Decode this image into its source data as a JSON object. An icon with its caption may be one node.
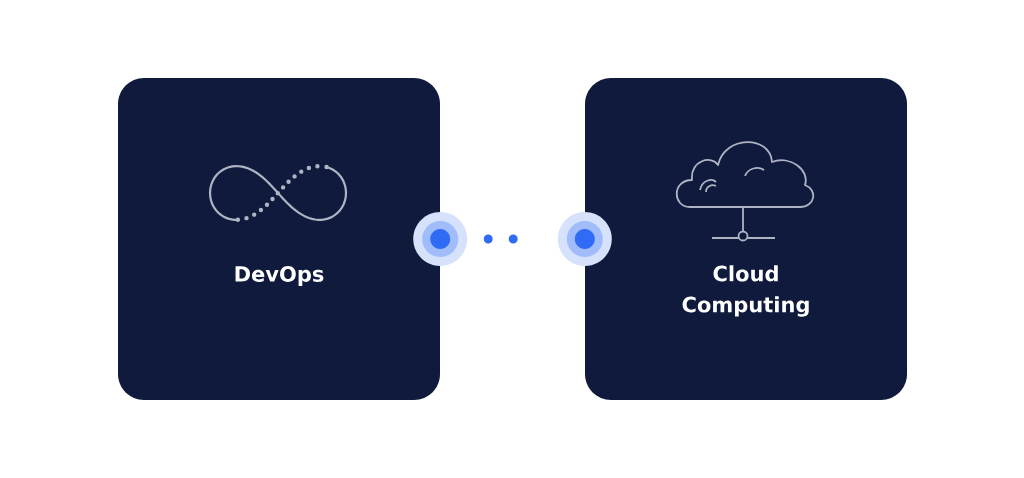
{
  "diagram": {
    "nodes": [
      {
        "text": [
          "DevOps"
        ]
      },
      {
        "text": [
          "Cloud Computing"
        ]
      }
    ],
    "edges": [
      {
        "from": 0,
        "to": 1,
        "arrow": "none",
        "style": "dashed"
      }
    ]
  }
}
